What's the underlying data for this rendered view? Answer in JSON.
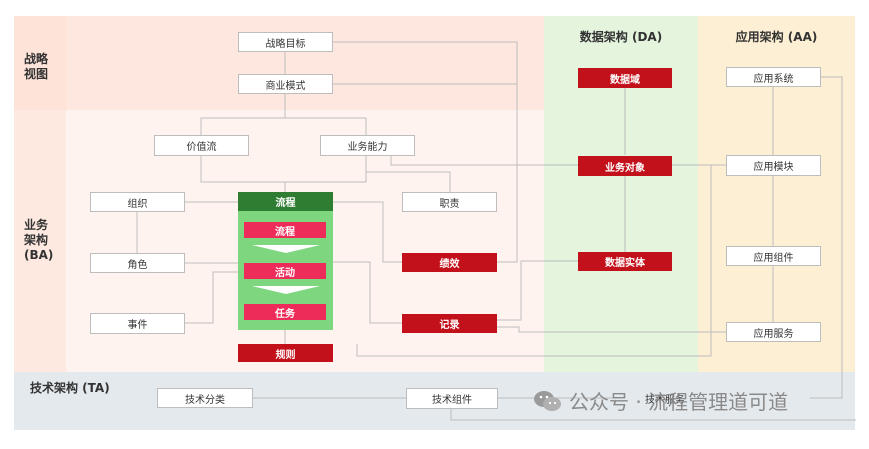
{
  "layers": {
    "strategy": "战略\n视图",
    "business": "业务\n架构\n(BA)",
    "tech": "技术架构 (TA)",
    "data_header": "数据架构 (DA)",
    "app_header": "应用架构 (AA)"
  },
  "strategy_nodes": {
    "goal": "战略目标",
    "model": "商业模式"
  },
  "business_nodes": {
    "value_stream": "价值流",
    "capability": "业务能力",
    "org": "组织",
    "role": "角色",
    "event": "事件",
    "duty": "职责",
    "performance": "绩效",
    "record": "记录",
    "rule": "规则"
  },
  "process_group": {
    "header": "流程",
    "items": [
      "流程",
      "活动",
      "任务"
    ]
  },
  "data_nodes": {
    "domain": "数据域",
    "object": "业务对象",
    "entity": "数据实体"
  },
  "app_nodes": {
    "system": "应用系统",
    "module": "应用模块",
    "component": "应用组件",
    "service": "应用服务"
  },
  "tech_nodes": {
    "classification": "技术分类",
    "component": "技术组件",
    "service": "技术服务"
  },
  "watermark": {
    "text": "公众号 · 流程管理道可道"
  },
  "colors": {
    "dark_red": "#c2111b",
    "pink": "#ee2c5a",
    "green": "#7ed67f",
    "dark_green": "#2f7d32"
  }
}
